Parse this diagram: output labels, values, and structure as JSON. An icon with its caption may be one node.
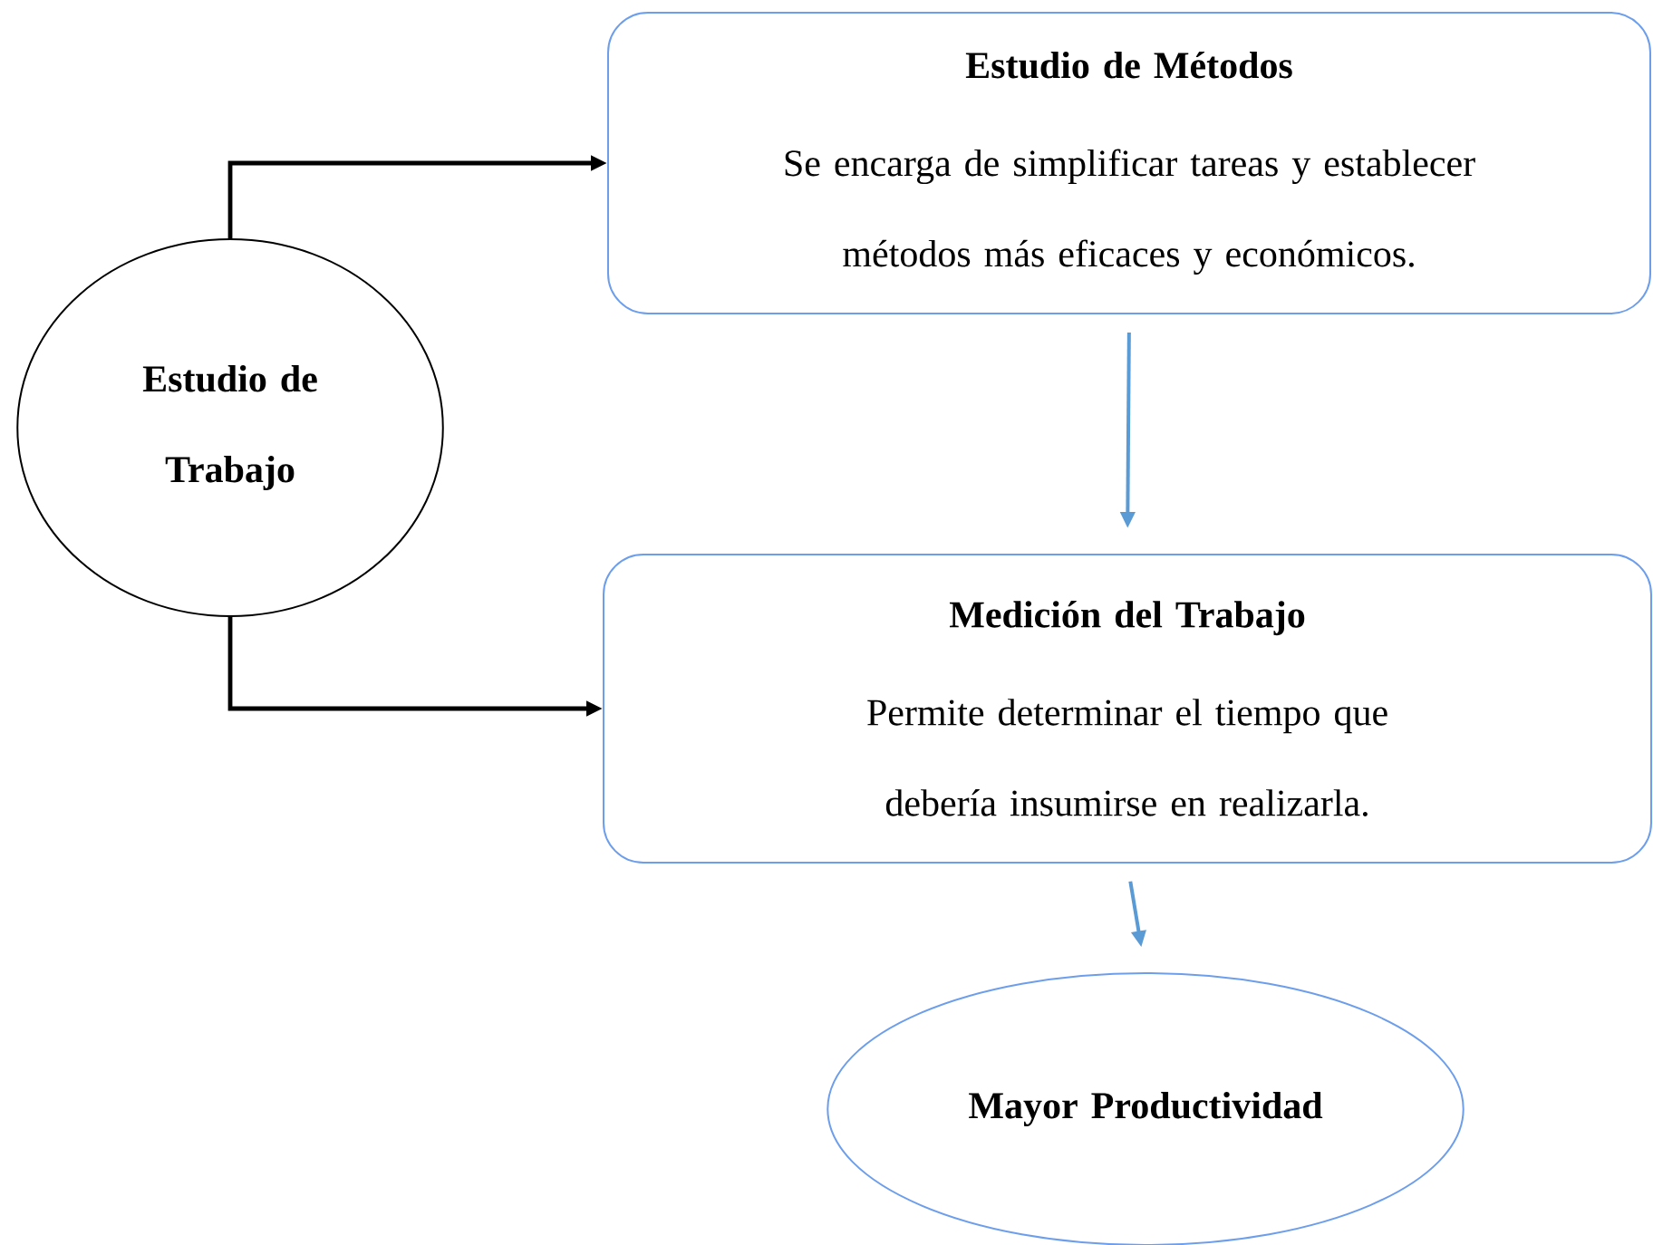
{
  "diagram": {
    "nodes": [
      {
        "text": [
          "Estudio de Trabajo"
        ]
      },
      {
        "text": [
          "Estudio de Métodos",
          "Se encarga de simplificar tareas y establecer métodos más eficaces y económicos."
        ]
      },
      {
        "text": [
          "Medición del Trabajo",
          "Permite determinar el tiempo que debería insumirse en realizarla."
        ]
      },
      {
        "text": [
          "Mayor Productividad"
        ]
      }
    ],
    "edges": [
      {
        "from": 0,
        "to": 1,
        "arrow": "to"
      },
      {
        "from": 0,
        "to": 2,
        "arrow": "to"
      },
      {
        "from": 1,
        "to": 2,
        "arrow": "to",
        "color": "#5b9bd5"
      },
      {
        "from": 2,
        "to": 3,
        "arrow": "to",
        "color": "#5b9bd5"
      }
    ]
  }
}
